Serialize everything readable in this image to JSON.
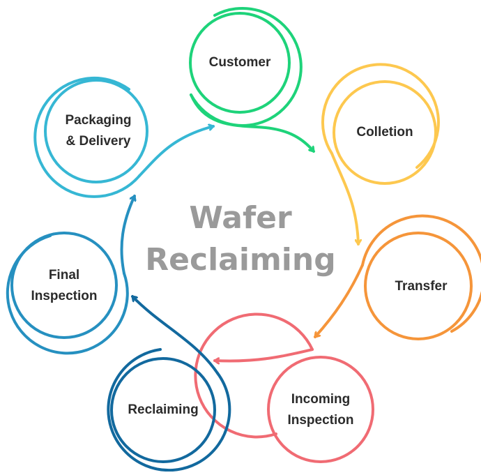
{
  "diagram": {
    "title_line1": "Wafer",
    "title_line2": "Reclaiming",
    "steps": [
      {
        "label": "Customer",
        "color": "#1ed37a"
      },
      {
        "label": "Colletion",
        "color": "#fdc84f"
      },
      {
        "label": "Transfer",
        "color": "#f5953a"
      },
      {
        "label_line1": "Incoming",
        "label_line2": "Inspection",
        "color": "#f06b73"
      },
      {
        "label": "Reclaiming",
        "color": "#12699e"
      },
      {
        "label_line1": "Final",
        "label_line2": "Inspection",
        "color": "#2690c0"
      },
      {
        "label_line1": "Packaging",
        "label_line2": "& Delivery",
        "color": "#36b7d4"
      }
    ]
  }
}
